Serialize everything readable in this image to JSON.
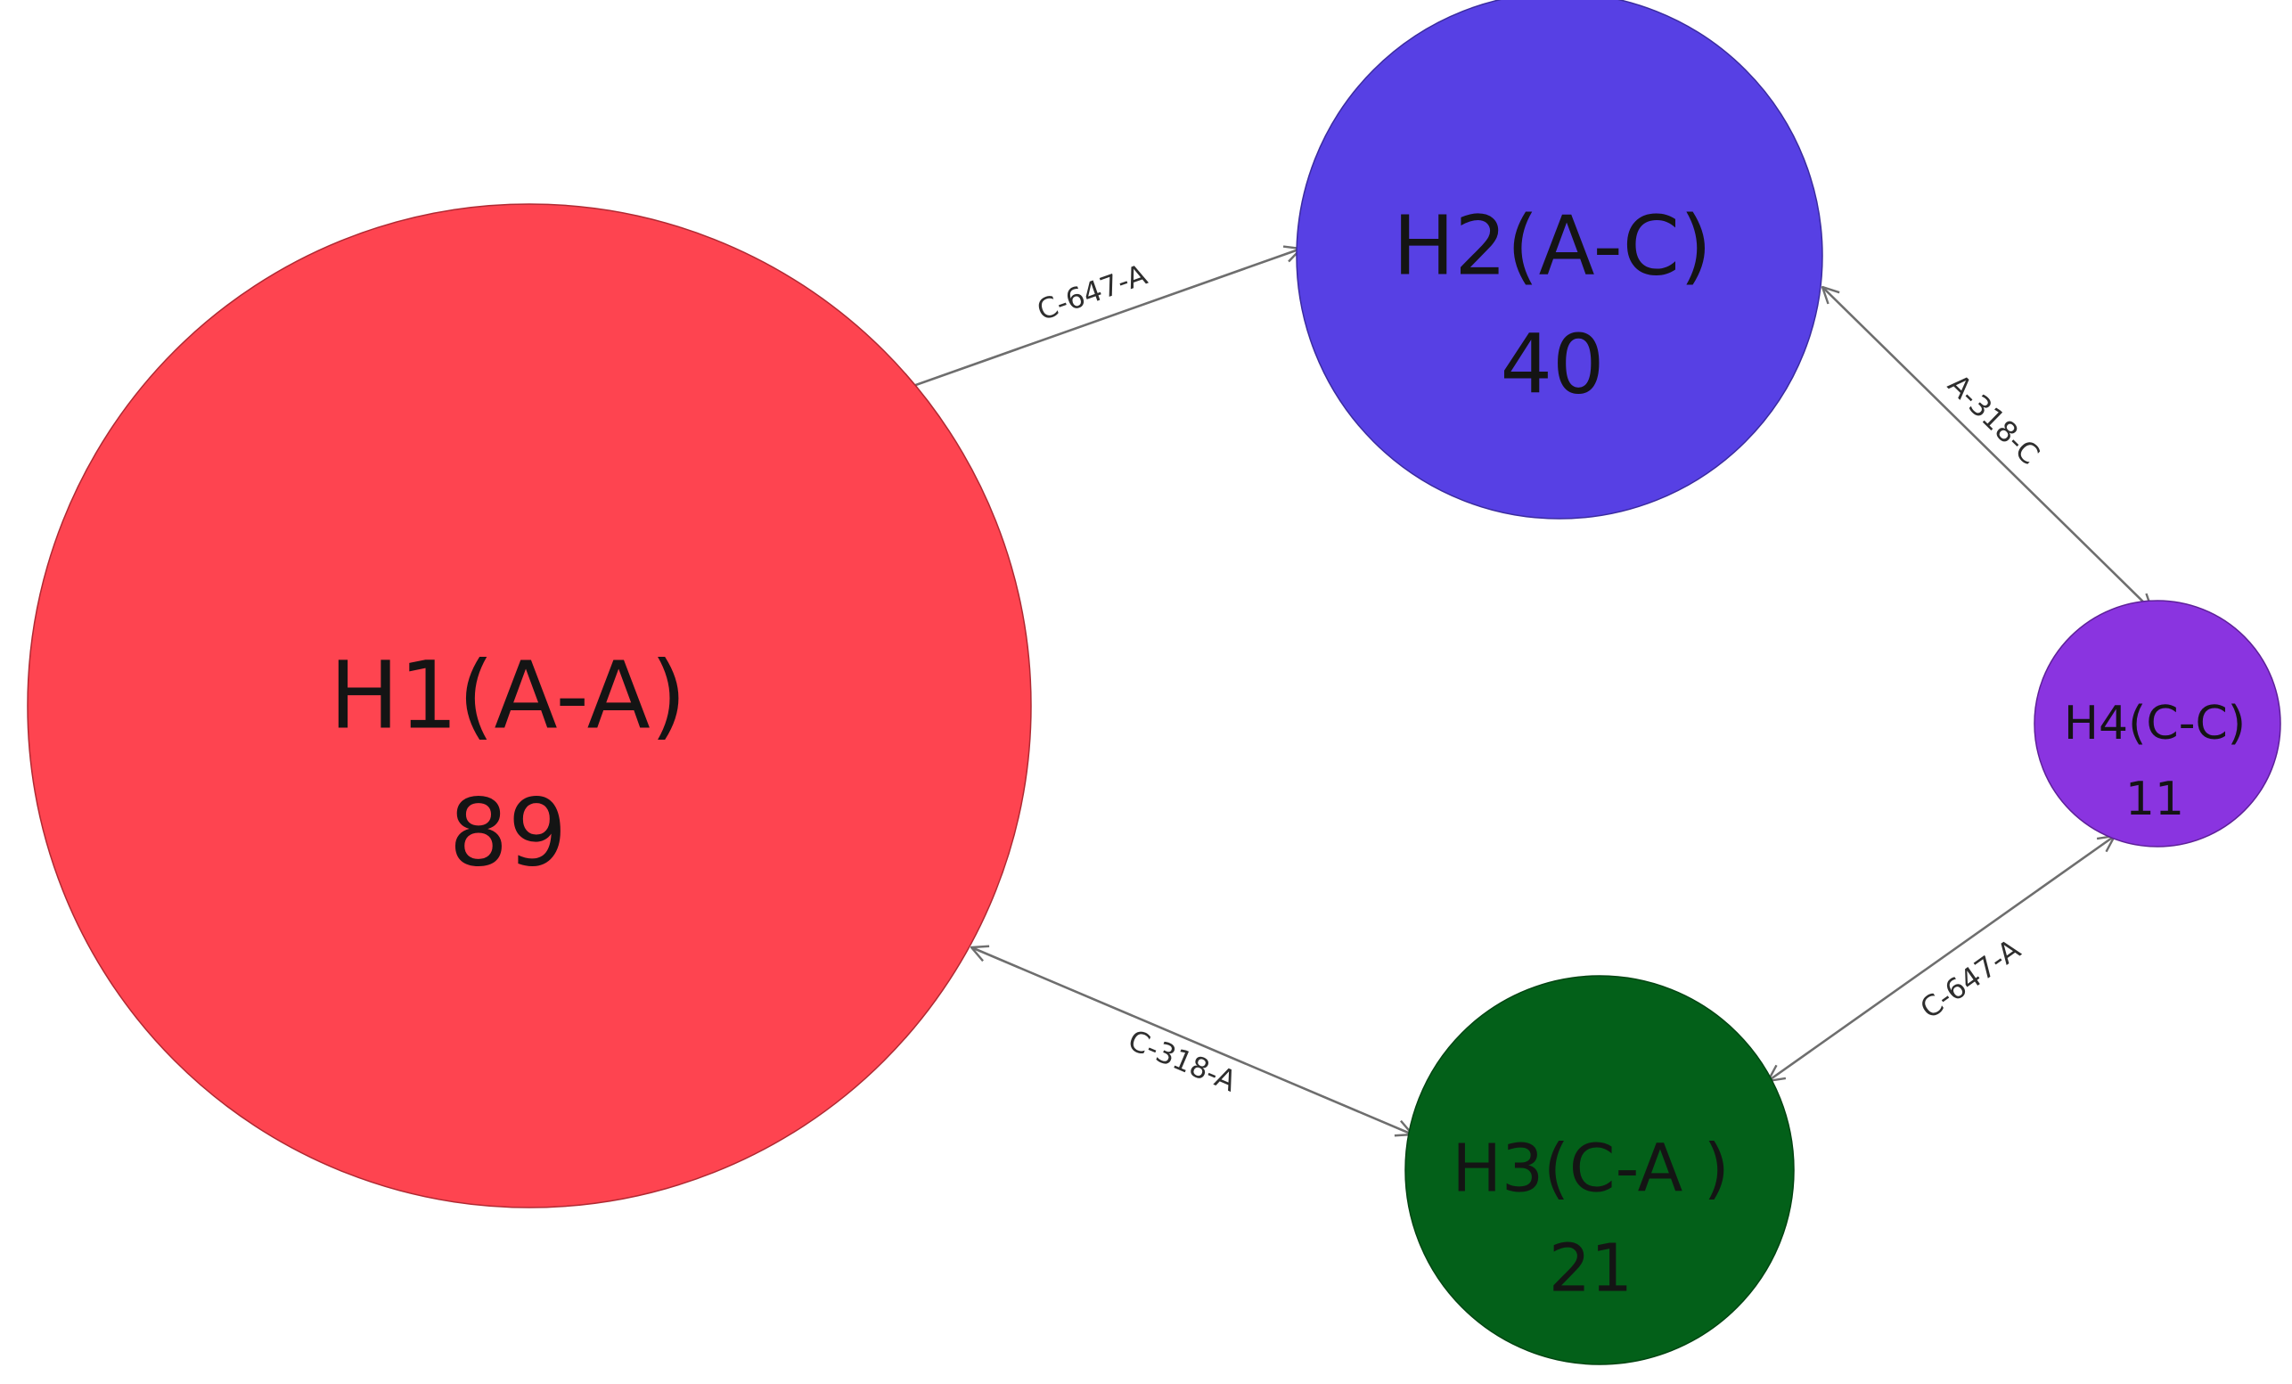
{
  "nodes": [
    {
      "id": "H1",
      "name": "H1(A-A)",
      "count": "89",
      "color": "#fe4450"
    },
    {
      "id": "H2",
      "name": "H2(A-C)",
      "count": "40",
      "color": "#5740e4"
    },
    {
      "id": "H3",
      "name": "H3(C-A )",
      "count": "21",
      "color": "#036019"
    },
    {
      "id": "H4",
      "name": "H4(C-C)",
      "count": "11",
      "color": "#8a34e0"
    }
  ],
  "edges": [
    {
      "from": "H1",
      "to": "H2",
      "label": "C-647-A"
    },
    {
      "from": "H2",
      "to": "H4",
      "label": "A-318-C"
    },
    {
      "from": "H1",
      "to": "H3",
      "label": "C-318-A"
    },
    {
      "from": "H3",
      "to": "H4",
      "label": "C-647-A"
    }
  ],
  "edge_style": {
    "color": "#6e6e6e",
    "arrows": "both-ends"
  }
}
